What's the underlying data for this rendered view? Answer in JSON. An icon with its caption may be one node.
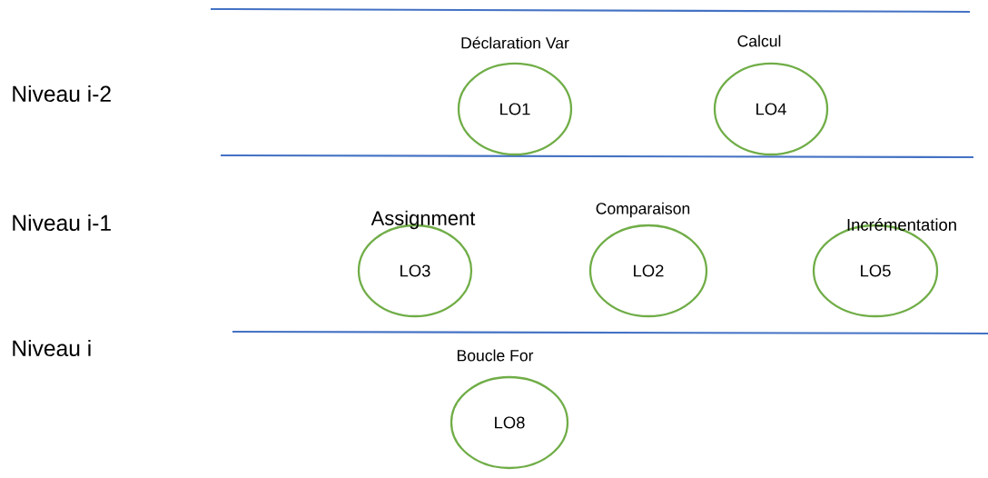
{
  "diagram": {
    "nodes": [
      {
        "text": [
          "Déclaration Var",
          "LO1"
        ]
      },
      {
        "text": [
          "Calcul",
          "LO4"
        ]
      },
      {
        "text": [
          "Assignment",
          "LO3"
        ]
      },
      {
        "text": [
          "Comparaison",
          "LO2"
        ]
      },
      {
        "text": [
          "Incrémentation",
          "LO5"
        ]
      },
      {
        "text": [
          "Boucle For",
          "LO8"
        ]
      }
    ],
    "labels": [
      "Niveau i-2",
      "Niveau i-1",
      "Niveau i"
    ]
  }
}
